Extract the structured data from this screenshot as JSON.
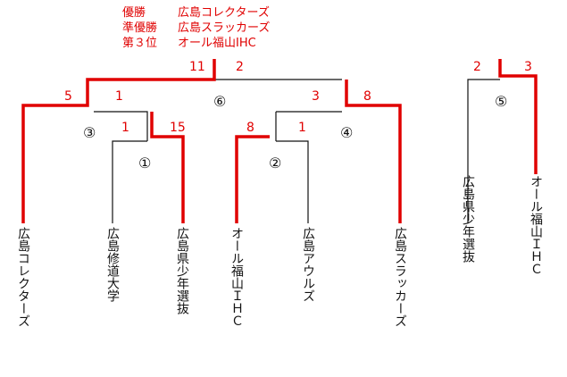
{
  "results": [
    {
      "rank": "優勝",
      "team": "広島コレクターズ"
    },
    {
      "rank": "準優勝",
      "team": "広島スラッカーズ"
    },
    {
      "rank": "第３位",
      "team": "オール福山IHC"
    }
  ],
  "teams": [
    "広島コレクターズ",
    "広島修道大学",
    "広島県少年選抜",
    "オール福山ＩＨＣ",
    "広島アウルズ",
    "広島スラッカーズ",
    "広島県少年選抜",
    "オール福山ＩＨＣ"
  ],
  "games": [
    {
      "label": "①",
      "left_score": "1",
      "right_score": "15"
    },
    {
      "label": "②",
      "left_score": "8",
      "right_score": "1"
    },
    {
      "label": "③",
      "left_score": "5",
      "right_score": "1"
    },
    {
      "label": "④",
      "left_score": "8",
      "right_score": "3"
    },
    {
      "label": "⑤",
      "left_score": "2",
      "right_score": "3"
    },
    {
      "label": "⑥",
      "left_score": "11",
      "right_score": "2"
    }
  ],
  "colors": {
    "winner_line": "#e00000",
    "line": "#111111",
    "score": "#e00000"
  }
}
